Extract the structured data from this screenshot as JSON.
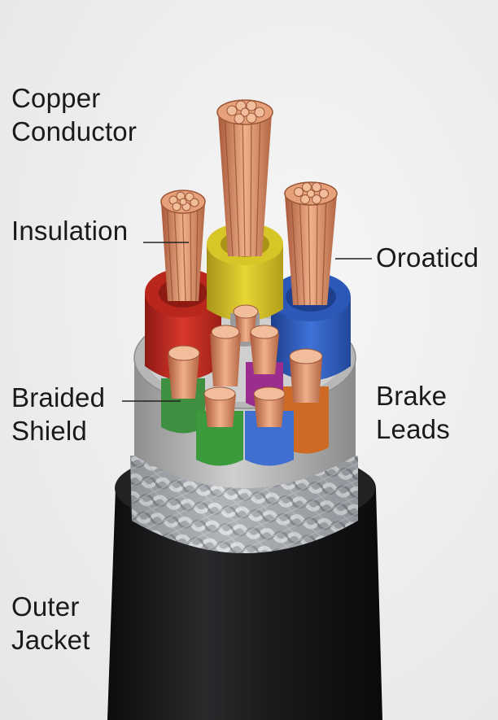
{
  "labels": {
    "copper_conductor": "Copper\nConductor",
    "insulation": "Insulation",
    "oroaticd": "Oroaticd",
    "braided_shield": "Braided\nShield",
    "brake_leads": "Brake\nLeads",
    "outer_jacket": "Outer\nJacket"
  },
  "colors": {
    "background": "#ececec",
    "copper": "#d98a5c",
    "insulation_red": "#c42a22",
    "insulation_yellow": "#d9c321",
    "insulation_blue": "#2f5ec4",
    "lead_green": "#3a9a3c",
    "lead_blue": "#3f6fd0",
    "lead_orange": "#d06a25",
    "lead_purple": "#9a2d8e",
    "lead_gray": "#9a9a9a",
    "braid": "#b8bcc0",
    "jacket": "#1c1c1e",
    "label_text": "#1a1a1a"
  }
}
